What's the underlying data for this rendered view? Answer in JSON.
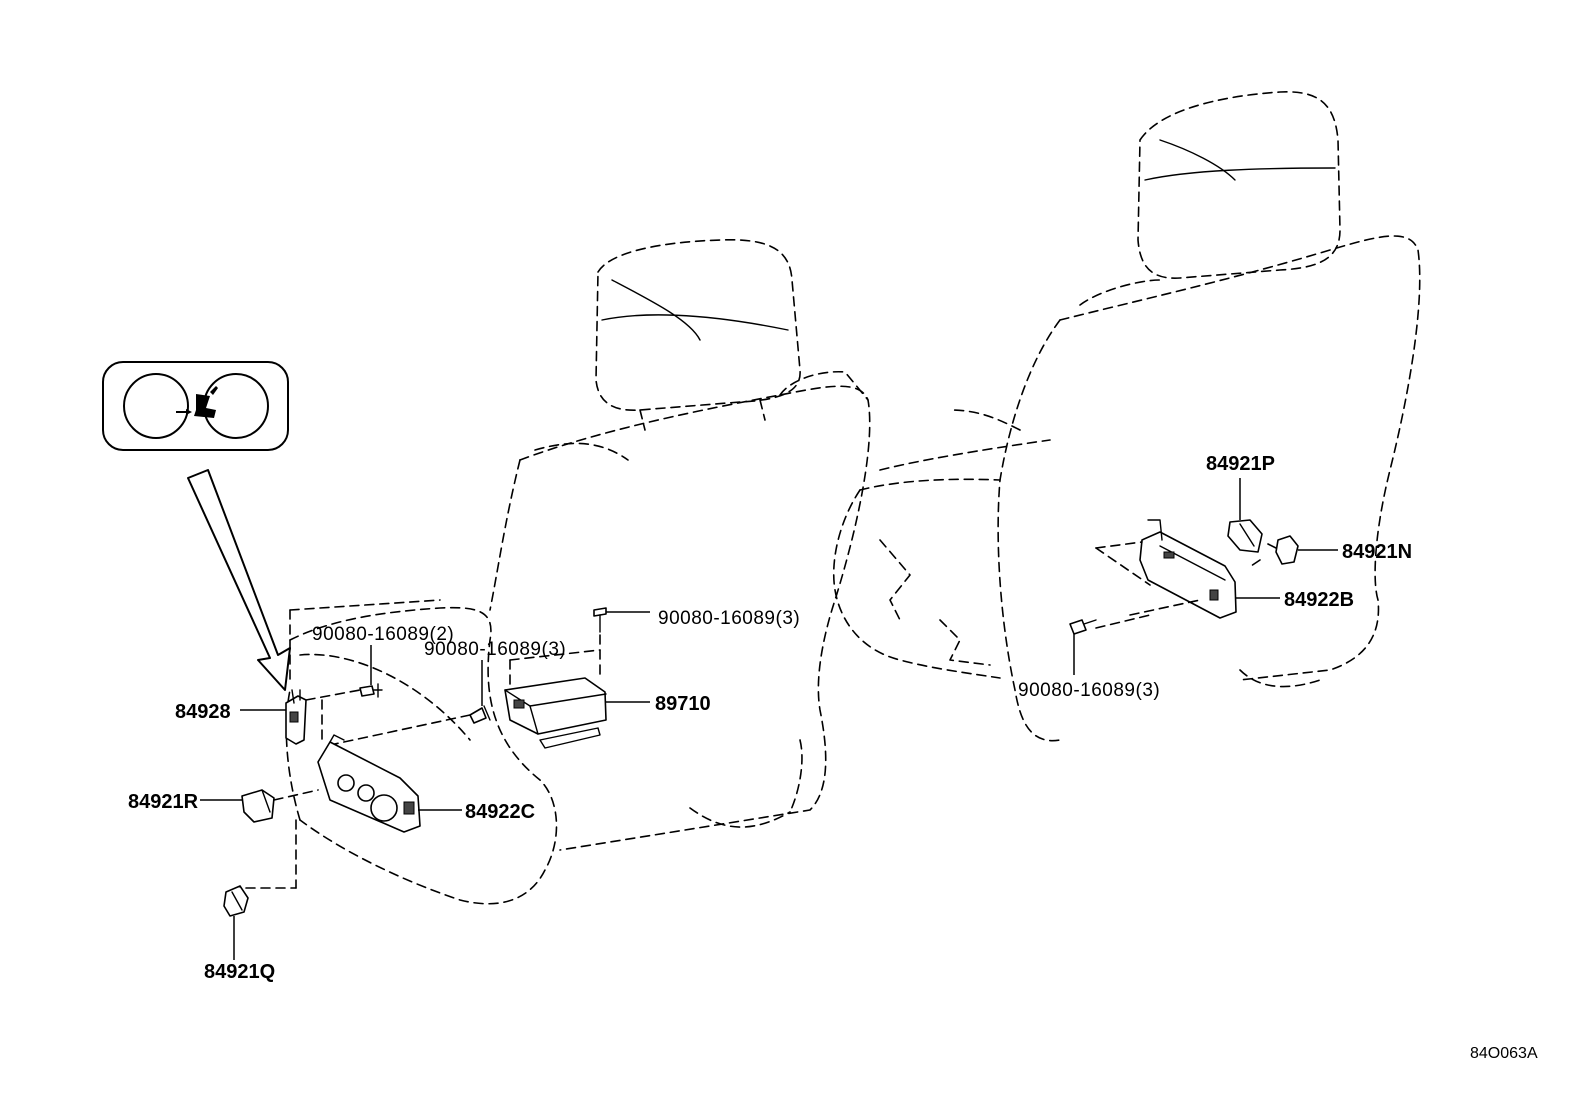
{
  "labels": {
    "bolt_2": "90080-16089(2)",
    "bolt_3_left": "90080-16089(3)",
    "bolt_3_top": "90080-16089(3)",
    "bolt_3_right": "90080-16089(3)",
    "part_84928": "84928",
    "part_89710": "89710",
    "part_84921R": "84921R",
    "part_84922C": "84922C",
    "part_84921Q": "84921Q",
    "part_84921P": "84921P",
    "part_84921N": "84921N",
    "part_84922B": "84922B"
  },
  "diagram_code": "84O063A"
}
